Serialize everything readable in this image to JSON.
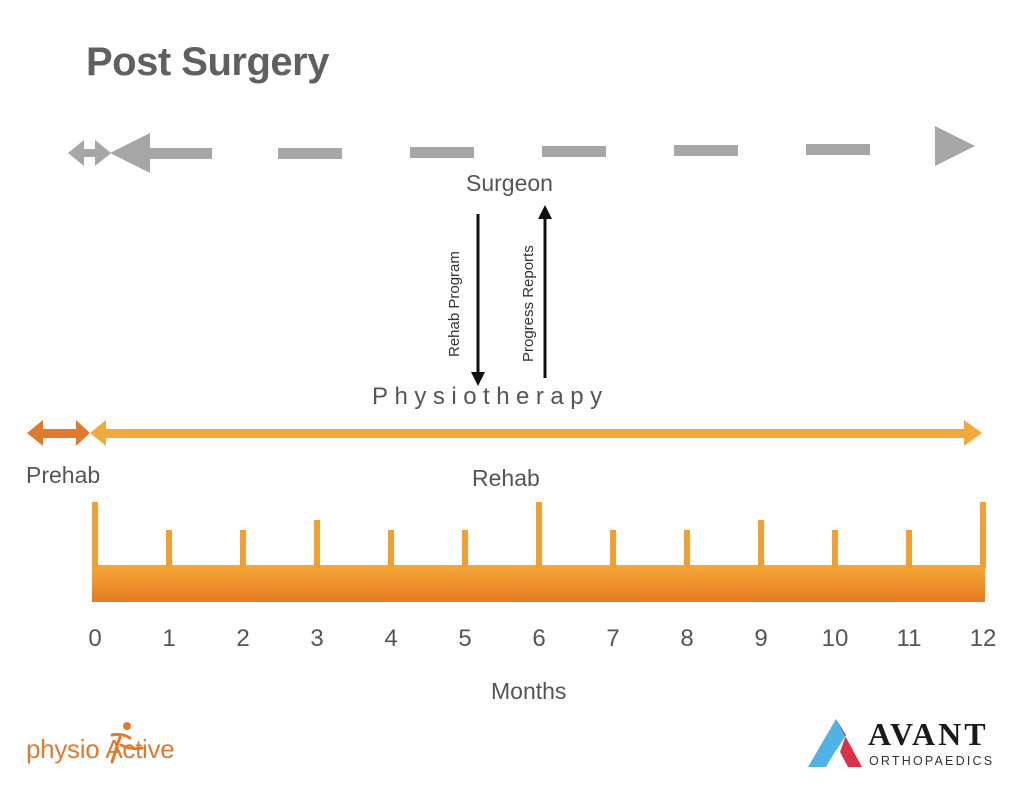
{
  "title": "Post Surgery",
  "labels": {
    "surgeon": "Surgeon",
    "rehab_program": "Rehab Program",
    "progress_reports": "Progress Reports",
    "physiotherapy": "Physiotherapy",
    "prehab": "Prehab",
    "rehab": "Rehab",
    "months": "Months"
  },
  "timeline": {
    "ticks": [
      "0",
      "1",
      "2",
      "3",
      "4",
      "5",
      "6",
      "7",
      "8",
      "9",
      "10",
      "11",
      "12"
    ]
  },
  "logos": {
    "physio_left": "physio",
    "physio_a": "A",
    "physio_right": "ctive",
    "avant_name": "AVANT",
    "avant_sub": "ORTHOPAEDICS"
  },
  "colors": {
    "title": "#606060",
    "dash_arrow": "#a6a6a6",
    "prehab_arrow": "#e07a2f",
    "rehab_arrow": "#f2a93b",
    "ruler": "#f0a030",
    "ruler_dark": "#e8802a",
    "avant_blue": "#4fb3e8",
    "avant_red": "#d9324a"
  }
}
